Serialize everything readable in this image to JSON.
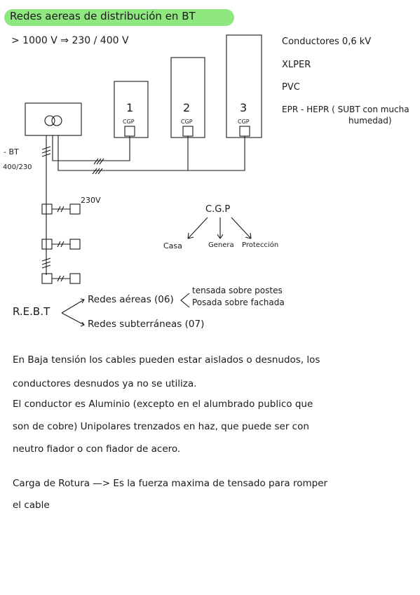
{
  "title": "Redes aereas de distribución en BT",
  "voltage_line": "> 1000 V ⇒ 230 / 400 V",
  "conductores": [
    "Conductores 0,6 kV",
    "XLPER",
    "PVC",
    "EPR - HEPR ( SUBT con mucha",
    "humedad)"
  ],
  "diagram": {
    "transformer_label_1": "- BT",
    "transformer_label_2": "400/230",
    "buildings": [
      {
        "number": "1",
        "cgp": "CGP"
      },
      {
        "number": "2",
        "cgp": "CGP"
      },
      {
        "number": "3",
        "cgp": "CGP"
      }
    ],
    "v230": "230V"
  },
  "cgp": {
    "title": "C.G.P",
    "items": [
      "Casa",
      "Genera",
      "Protección"
    ]
  },
  "rebt": {
    "label": "R.E.B.T",
    "aereas": "Redes aéreas (06)",
    "aereas_sub1": "tensada sobre postes",
    "aereas_sub2": "Posada sobre fachada",
    "subterraneas": "Redes subterráneas (07)"
  },
  "paragraphs": [
    "En Baja tensión los cables pueden estar aislados o desnudos, los",
    "conductores desnudos ya no se utiliza.",
    "El conductor es Aluminio (excepto en el alumbrado publico que",
    "son de cobre) Unipolares trenzados en haz, que puede ser con",
    "neutro fiador o con fiador de acero.",
    "Carga de Rotura —> Es la fuerza maxima de tensado para romper",
    "el cable"
  ]
}
